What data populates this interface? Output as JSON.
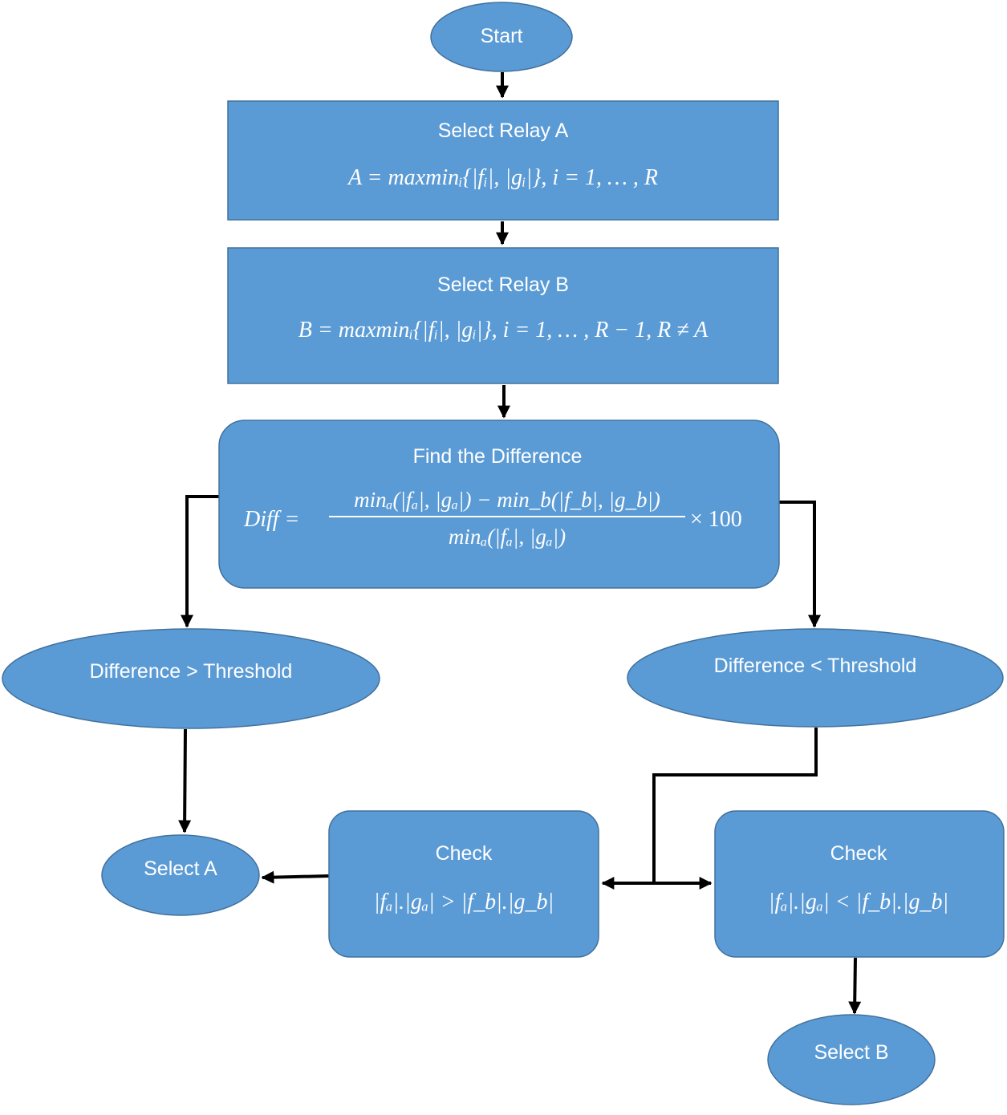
{
  "nodes": {
    "start": {
      "label": "Start"
    },
    "relay_a": {
      "title": "Select Relay A",
      "formula": "A = maxminᵢ{|fᵢ|, |gᵢ|}, i = 1, … , R"
    },
    "relay_b": {
      "title": "Select Relay B",
      "formula": "B = maxminᵢ{|fᵢ|, |gᵢ|}, i = 1, … , R − 1, R ≠ A"
    },
    "difference": {
      "title": "Find the Difference",
      "lhs": "Diff =",
      "numerator": "minₐ(|fₐ|, |gₐ|) − min_b(|f_b|, |g_b|)",
      "denominator": "minₐ(|fₐ|, |gₐ|)",
      "factor": "× 100"
    },
    "diff_gt": {
      "label": "Difference > Threshold"
    },
    "diff_lt": {
      "label": "Difference < Threshold"
    },
    "select_a": {
      "label": "Select A"
    },
    "check_a": {
      "title": "Check",
      "formula": "|fₐ|.|gₐ| > |f_b|.|g_b|"
    },
    "check_b": {
      "title": "Check",
      "formula": "|fₐ|.|gₐ| < |f_b|.|g_b|"
    },
    "select_b": {
      "label": "Select B"
    }
  }
}
